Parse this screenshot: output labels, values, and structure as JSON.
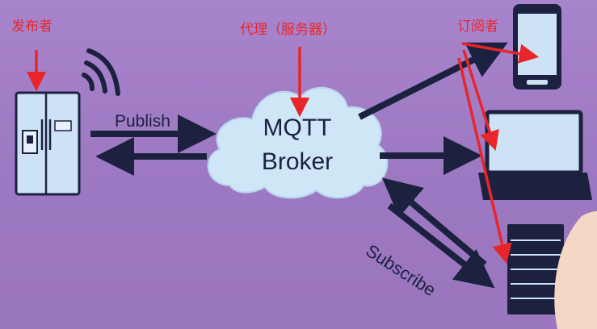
{
  "annotations": {
    "publisher": "发布者",
    "broker": "代理（服务器）",
    "subscribers": "订阅者"
  },
  "diagram": {
    "publish_label": "Publish",
    "broker_line1": "MQTT",
    "broker_line2": "Broker",
    "subscribe_label": "Subscribe"
  },
  "colors": {
    "background": "#a07cc4",
    "arrow": "#1c2140",
    "annotation": "#e8262a",
    "cloud": "#cfe6f7"
  }
}
